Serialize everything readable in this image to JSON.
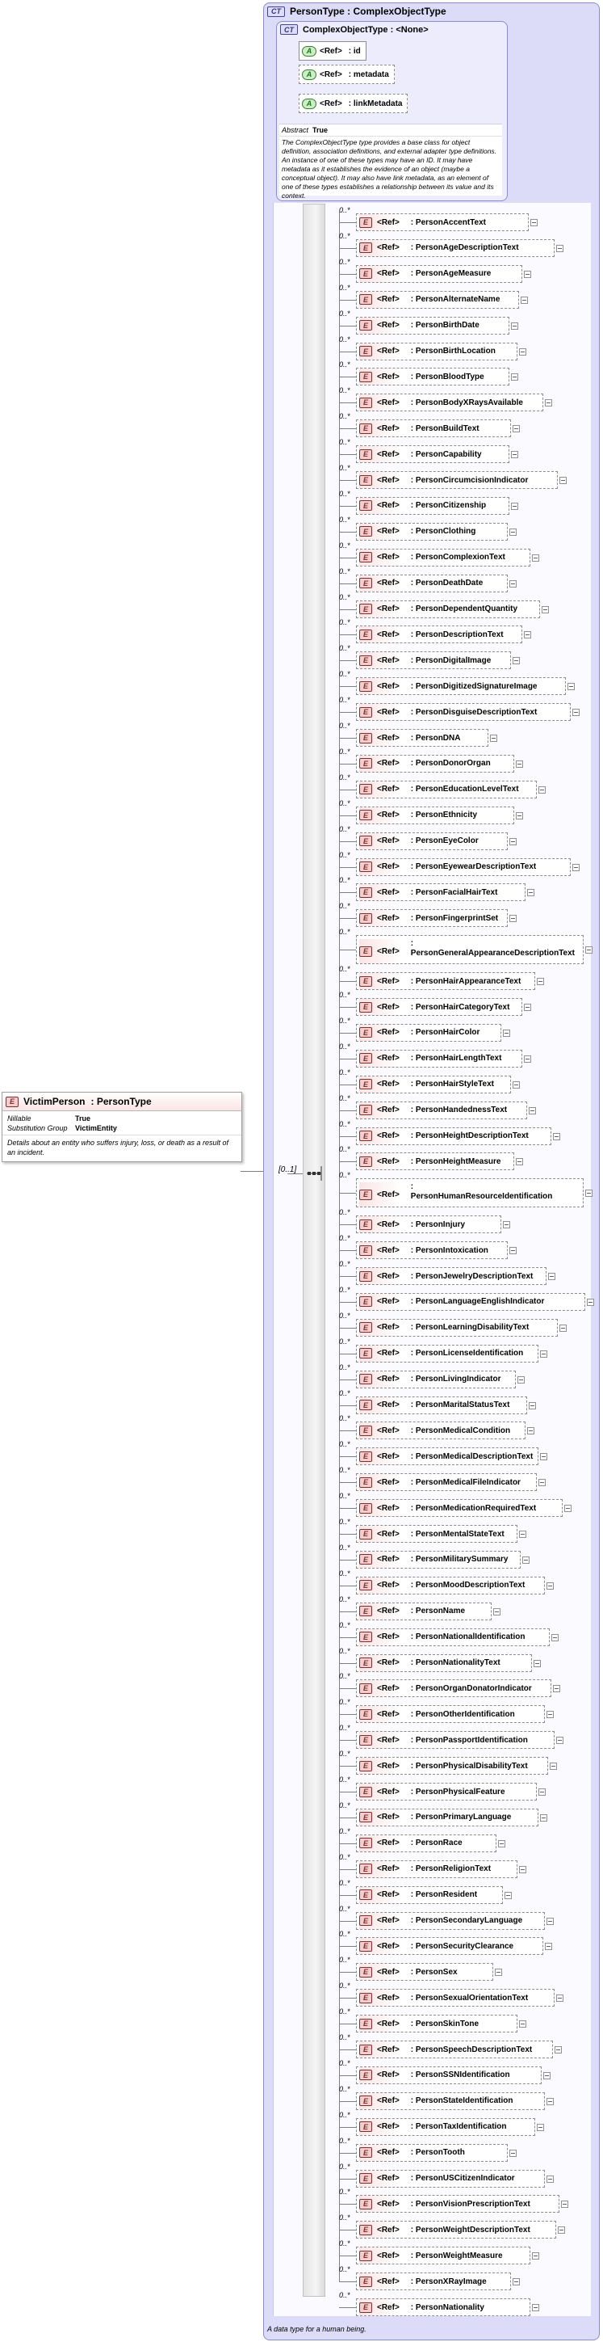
{
  "root_element": {
    "badge": "E",
    "name": "VictimPerson",
    "type": ": PersonType",
    "props": [
      {
        "key": "Nillable",
        "value": "True"
      },
      {
        "key": "Substitution Group",
        "value": "VictimEntity"
      }
    ],
    "documentation": "Details about an entity who suffers injury, loss, or death as a result of an incident."
  },
  "complex_type": {
    "badge": "CT",
    "title": "PersonType",
    "title_type": ": ComplexObjectType",
    "documentation": "A data type for a human being."
  },
  "base_type": {
    "badge": "CT",
    "title": "ComplexObjectType",
    "title_type": ": <None>",
    "attributes": [
      {
        "badge": "A",
        "ref": "<Ref>",
        "name": ": id"
      },
      {
        "badge": "A",
        "ref": "<Ref>",
        "name": ": metadata"
      },
      {
        "badge": "A",
        "ref": "<Ref>",
        "name": ": linkMetadata"
      }
    ],
    "abstract_key": "Abstract",
    "abstract_value": "True",
    "documentation": "The ComplexObjectType type provides a base class for object definition, association definitions, and external adapter type definitions. An instance of one of these types may have an ID. It may have metadata as it establishes the evidence of an object (maybe a conceptual object). It may also have link metadata, as an element of one of these types establishes a relationship between its value and its context."
  },
  "sequence": {
    "cardinality": "[0..1]"
  },
  "element_badge": "E",
  "ref_label": "<Ref>",
  "cardinality": "0..*",
  "elements": [
    ": PersonAccentText",
    ": PersonAgeDescriptionText",
    ": PersonAgeMeasure",
    ": PersonAlternateName",
    ": PersonBirthDate",
    ": PersonBirthLocation",
    ": PersonBloodType",
    ": PersonBodyXRaysAvailable",
    ": PersonBuildText",
    ": PersonCapability",
    ": PersonCircumcisionIndicator",
    ": PersonCitizenship",
    ": PersonClothing",
    ": PersonComplexionText",
    ": PersonDeathDate",
    ": PersonDependentQuantity",
    ": PersonDescriptionText",
    ": PersonDigitalImage",
    ": PersonDigitizedSignatureImage",
    ": PersonDisguiseDescriptionText",
    ": PersonDNA",
    ": PersonDonorOrgan",
    ": PersonEducationLevelText",
    ": PersonEthnicity",
    ": PersonEyeColor",
    ": PersonEyewearDescriptionText",
    ": PersonFacialHairText",
    ": PersonFingerprintSet",
    ": PersonGeneralAppearanceDescriptionText",
    ": PersonHairAppearanceText",
    ": PersonHairCategoryText",
    ": PersonHairColor",
    ": PersonHairLengthText",
    ": PersonHairStyleText",
    ": PersonHandednessText",
    ": PersonHeightDescriptionText",
    ": PersonHeightMeasure",
    ": PersonHumanResourceIdentification",
    ": PersonInjury",
    ": PersonIntoxication",
    ": PersonJewelryDescriptionText",
    ": PersonLanguageEnglishIndicator",
    ": PersonLearningDisabilityText",
    ": PersonLicenseIdentification",
    ": PersonLivingIndicator",
    ": PersonMaritalStatusText",
    ": PersonMedicalCondition",
    ": PersonMedicalDescriptionText",
    ": PersonMedicalFileIndicator",
    ": PersonMedicationRequiredText",
    ": PersonMentalStateText",
    ": PersonMilitarySummary",
    ": PersonMoodDescriptionText",
    ": PersonName",
    ": PersonNationalIdentification",
    ": PersonNationalityText",
    ": PersonOrganDonatorIndicator",
    ": PersonOtherIdentification",
    ": PersonPassportIdentification",
    ": PersonPhysicalDisabilityText",
    ": PersonPhysicalFeature",
    ": PersonPrimaryLanguage",
    ": PersonRace",
    ": PersonReligionText",
    ": PersonResident",
    ": PersonSecondaryLanguage",
    ": PersonSecurityClearance",
    ": PersonSex",
    ": PersonSexualOrientationText",
    ": PersonSkinTone",
    ": PersonSpeechDescriptionText",
    ": PersonSSNIdentification",
    ": PersonStateIdentification",
    ": PersonTaxIdentification",
    ": PersonTooth",
    ": PersonUSCitizenIndicator",
    ": PersonVisionPrescriptionText",
    ": PersonWeightDescriptionText",
    ": PersonWeightMeasure",
    ": PersonXRayImage",
    ": PersonNationality"
  ]
}
